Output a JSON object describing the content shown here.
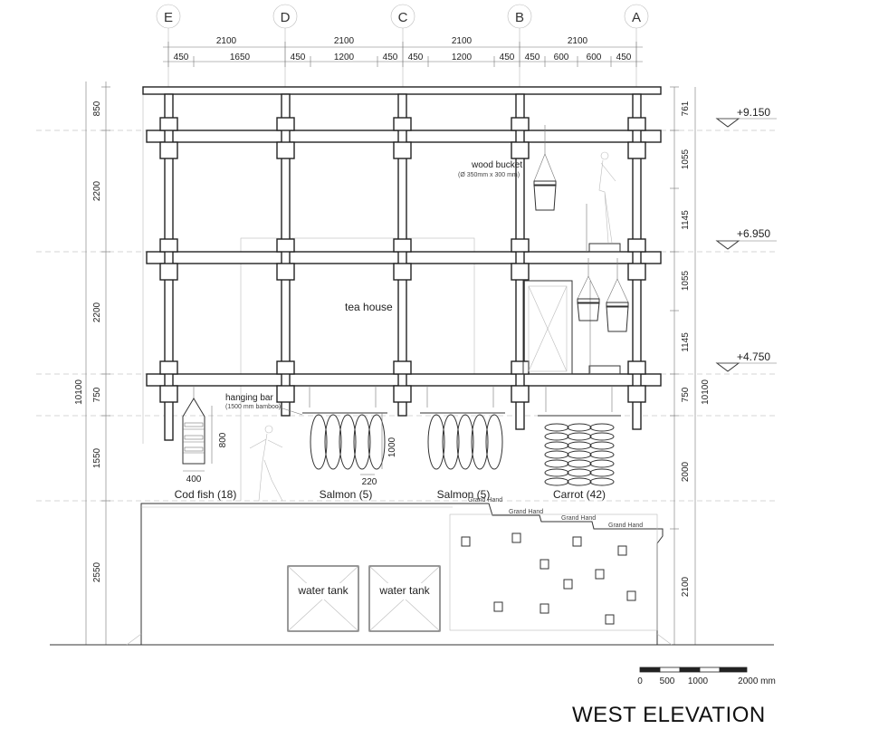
{
  "title": "WEST ELEVATION",
  "grid_labels": [
    "E",
    "D",
    "C",
    "B",
    "A"
  ],
  "top_dims": {
    "bays": [
      "2100",
      "2100",
      "2100",
      "2100"
    ],
    "sub": [
      "450",
      "1650",
      "450",
      "1200",
      "450",
      "450",
      "1200",
      "450",
      "450",
      "600",
      "600",
      "450"
    ]
  },
  "left_dims": [
    "850",
    "2200",
    "2200",
    "750",
    "1550",
    "2550"
  ],
  "left_total": "10100",
  "right_dims": [
    "761",
    "1055",
    "1145",
    "1055",
    "1145",
    "750",
    "2000",
    "2100"
  ],
  "right_total": "10100",
  "levels": [
    "+9.150",
    "+6.950",
    "+4.750"
  ],
  "labels": {
    "wood_bucket": "wood bucket",
    "wood_bucket_note": "(Ø 350mm x 300 mm)",
    "tea_house": "tea house",
    "hanging_bar": "hanging bar",
    "hanging_bar_note": "(1500 mm bamboo)",
    "water_tank_1": "water tank",
    "water_tank_2": "water tank",
    "cod_fish": "Cod fish (18)",
    "salmon_1": "Salmon (5)",
    "salmon_2": "Salmon (5)",
    "carrot": "Carrot (42)",
    "step_tag": "Grand Hand"
  },
  "item_dims": {
    "cod_h": "800",
    "cod_w": "400",
    "salmon_h": "1000",
    "salmon_w": "220"
  },
  "scale_bar": {
    "ticks": [
      "0",
      "500",
      "1000",
      "2000 mm"
    ]
  }
}
